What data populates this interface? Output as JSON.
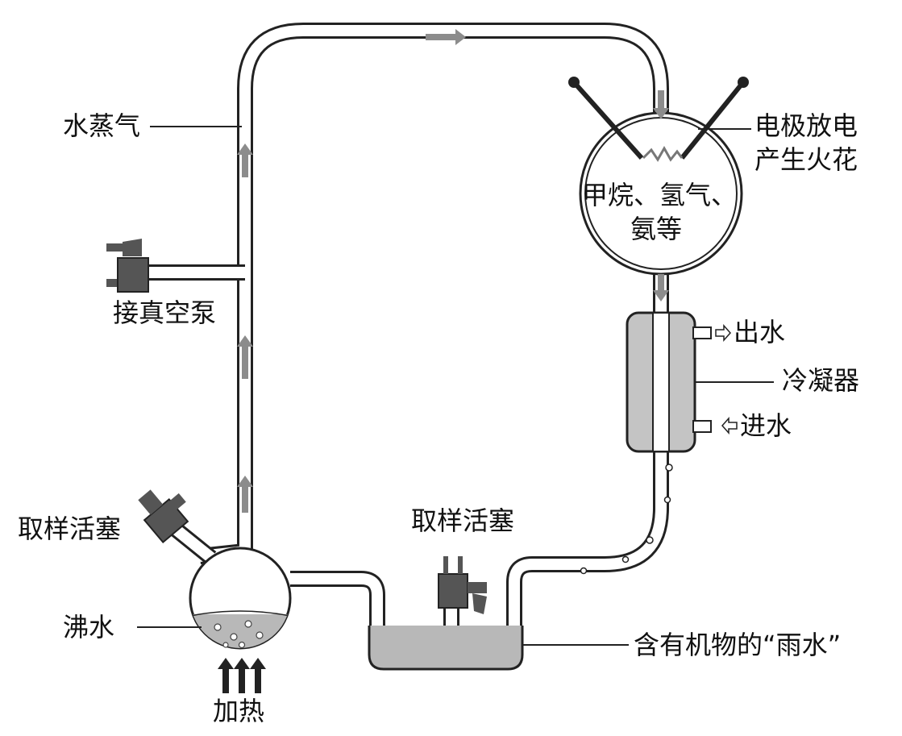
{
  "labels": {
    "water_vapor": "水蒸气",
    "vacuum_pump": "接真空泵",
    "sampling_valve_left": "取样活塞",
    "boiling_water": "沸水",
    "heat": "加热",
    "sampling_valve_bottom": "取样活塞",
    "electrode_spark_line1": "电极放电",
    "electrode_spark_line2": "产生火花",
    "gases_line1": "甲烷、氢气、",
    "gases_line2": "氨等",
    "water_out": "出水",
    "condenser": "冷凝器",
    "water_in": "进水",
    "rain_water": "含有机物的“雨水”"
  },
  "colors": {
    "outline": "#222222",
    "liquid": "#b8b8b8",
    "flow_arrow": "#8c8c8c",
    "valve": "#555555",
    "condenser_fill": "#c4c4c4"
  },
  "icons": {
    "flow": "flow-arrow-icon",
    "heat": "heat-arrow-icon",
    "spark": "spark-zigzag-icon"
  }
}
